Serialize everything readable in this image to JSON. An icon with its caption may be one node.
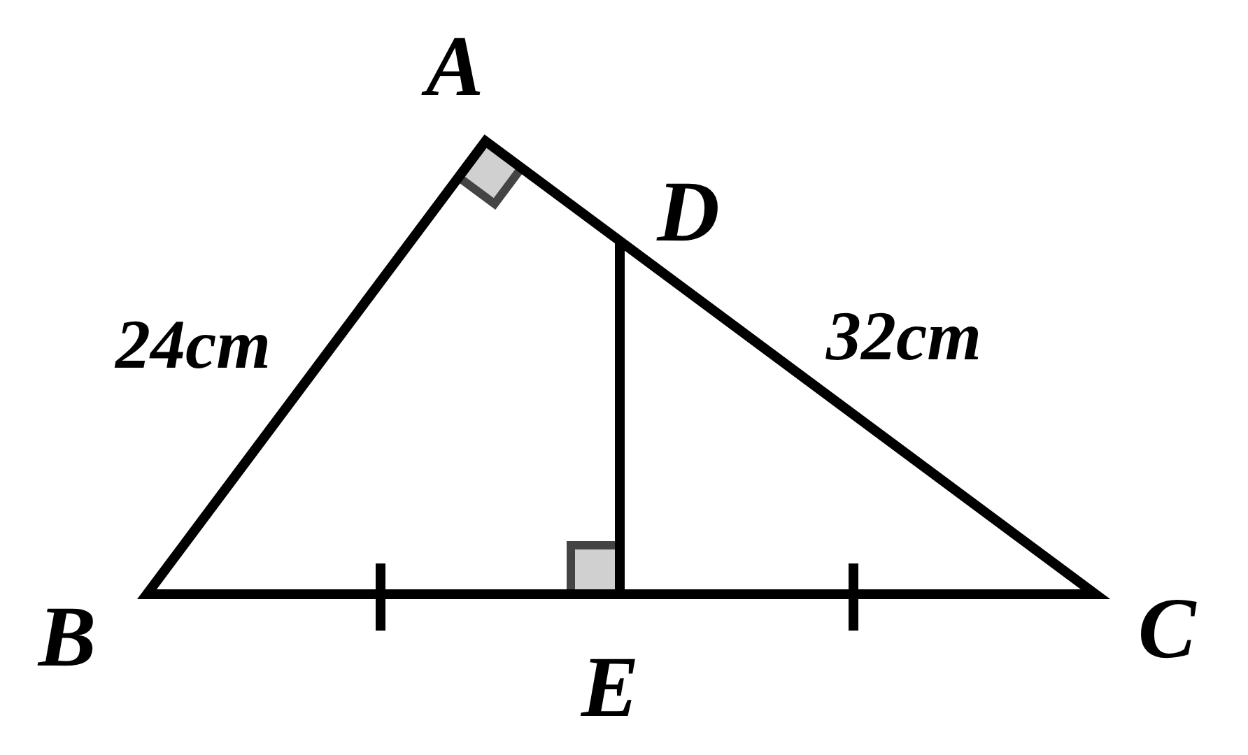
{
  "diagram": {
    "labels": [
      "A",
      "D",
      "24cm",
      "32cm",
      "B",
      "C",
      "E"
    ]
  }
}
